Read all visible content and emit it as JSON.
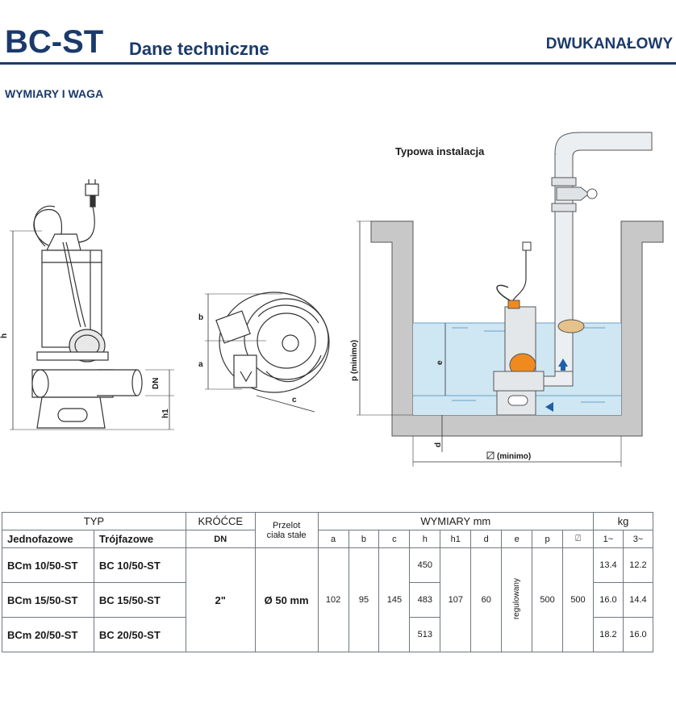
{
  "header": {
    "brand": "BC-ST",
    "subtitle": "Dane techniczne",
    "tag": "DWUKANAŁOWY"
  },
  "section_title": "WYMIARY I WAGA",
  "install_title": "Typowa instalacja",
  "drawing_labels": {
    "h": "h",
    "dn": "DN",
    "h1": "h1",
    "a": "a",
    "b": "b",
    "c": "c",
    "p": "p  (minimo)",
    "e": "e",
    "d": "d",
    "width_min": "(minimo)"
  },
  "colors": {
    "brand_blue": "#1b3a6b",
    "water": "#cfe6f3",
    "wall": "#c8c8c8",
    "float_orange": "#f08a1e",
    "arrow_blue": "#1f5fa8"
  },
  "table": {
    "head": {
      "typ": "TYP",
      "jednofazowe": "Jednofazowe",
      "trojfazowe": "Trójfazowe",
      "krocce": "KRÓĆCE",
      "dn": "DN",
      "przelot1": "Przelot",
      "przelot2": "ciała stałe",
      "wymiary": "WYMIARY mm",
      "kg": "kg",
      "cols": [
        "a",
        "b",
        "c",
        "h",
        "h1",
        "d",
        "e",
        "p",
        "⍁"
      ],
      "kg_cols": [
        "1~",
        "3~"
      ]
    },
    "rows": [
      {
        "jedno": "BCm 10/50-ST",
        "troj": "BC 10/50-ST",
        "h": "450",
        "kg1": "13.4",
        "kg3": "12.2"
      },
      {
        "jedno": "BCm 15/50-ST",
        "troj": "BC 15/50-ST",
        "h": "483",
        "kg1": "16.0",
        "kg3": "14.4"
      },
      {
        "jedno": "BCm 20/50-ST",
        "troj": "BC 20/50-ST",
        "h": "513",
        "kg1": "18.2",
        "kg3": "16.0"
      }
    ],
    "shared": {
      "dn": "2\"",
      "przelot": "Ø 50 mm",
      "a": "102",
      "b": "95",
      "c": "145",
      "h1": "107",
      "d": "60",
      "e": "regulowany",
      "p": "500",
      "box": "500"
    }
  }
}
